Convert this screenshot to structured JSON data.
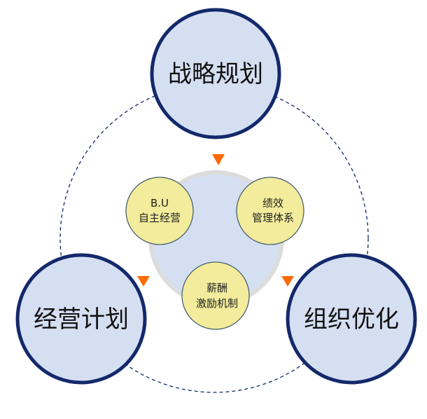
{
  "main_nodes": [
    {
      "label": "战略规划"
    },
    {
      "label": "经营计划"
    },
    {
      "label": "组织优化"
    }
  ],
  "core_nodes": [
    {
      "line1": "B.U",
      "line2": "自主经营"
    },
    {
      "line1": "绩效",
      "line2": "管理体系"
    },
    {
      "line1": "薪酬",
      "line2": "激励机制"
    }
  ],
  "colors": {
    "main_fill": "#d5dff2",
    "main_stroke": "#13296b",
    "core_fill": "#f2ec9c",
    "arrow": "#ff6a00"
  }
}
